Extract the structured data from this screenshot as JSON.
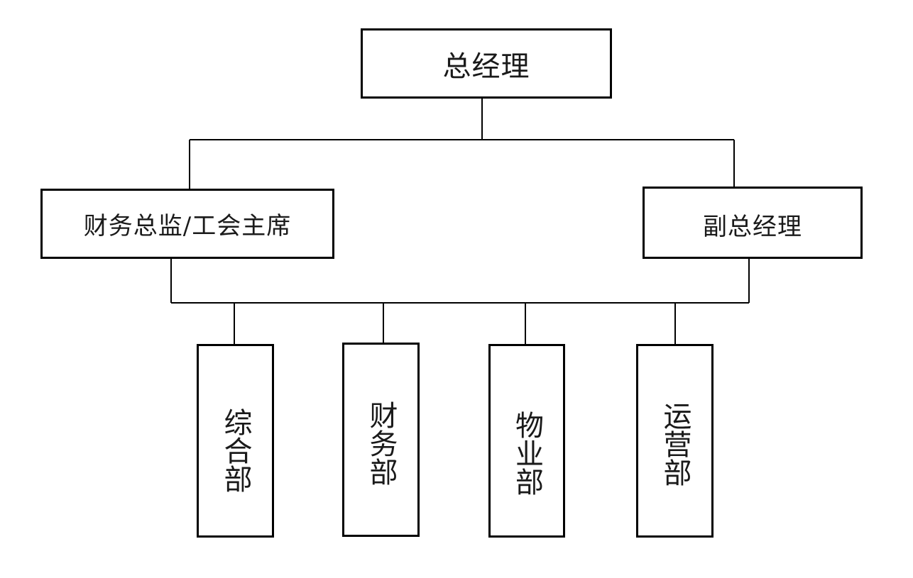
{
  "org_chart": {
    "top": {
      "label": "总经理"
    },
    "second_level": [
      {
        "label": "财务总监/工会主席"
      },
      {
        "label": "副总经理"
      }
    ],
    "departments": [
      {
        "label": "综合部"
      },
      {
        "label": "财务部"
      },
      {
        "label": "物业部"
      },
      {
        "label": "运营部"
      }
    ]
  },
  "colors": {
    "line": "#000000",
    "box_border": "#000000",
    "background": "#ffffff",
    "text": "#1a1a1a"
  }
}
